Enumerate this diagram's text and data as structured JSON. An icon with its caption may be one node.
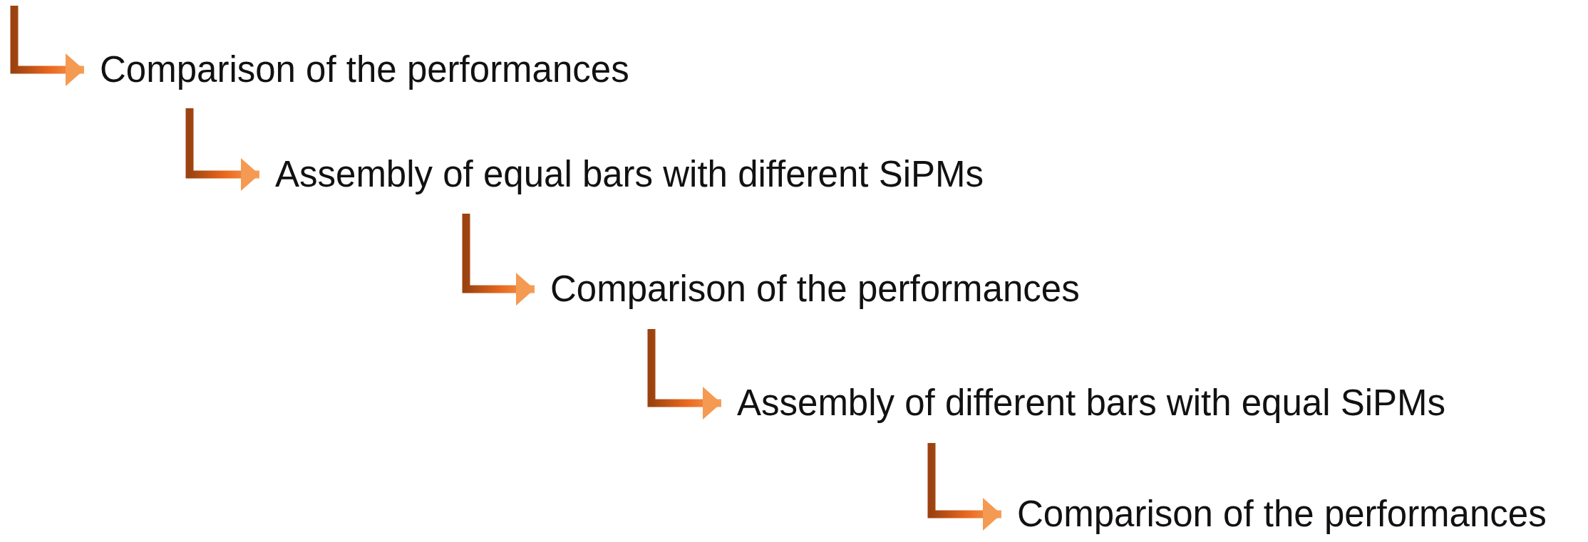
{
  "diagram": {
    "nodes": [
      {
        "text": [
          "Comparison of the performances"
        ]
      },
      {
        "text": [
          "Assembly of equal bars with different SiPMs"
        ]
      },
      {
        "text": [
          "Comparison of the performances"
        ]
      },
      {
        "text": [
          "Assembly of different bars with equal SiPMs"
        ]
      },
      {
        "text": [
          "Comparison of the performances"
        ]
      }
    ],
    "edges": [
      {
        "from": null,
        "to": 0,
        "arrow": "to",
        "style": "thick"
      },
      {
        "from": 0,
        "to": 1,
        "arrow": "to",
        "style": "thick"
      },
      {
        "from": 1,
        "to": 2,
        "arrow": "to",
        "style": "thick"
      },
      {
        "from": 2,
        "to": 3,
        "arrow": "to",
        "style": "thick"
      },
      {
        "from": 3,
        "to": 4,
        "arrow": "to",
        "style": "thick"
      }
    ]
  }
}
